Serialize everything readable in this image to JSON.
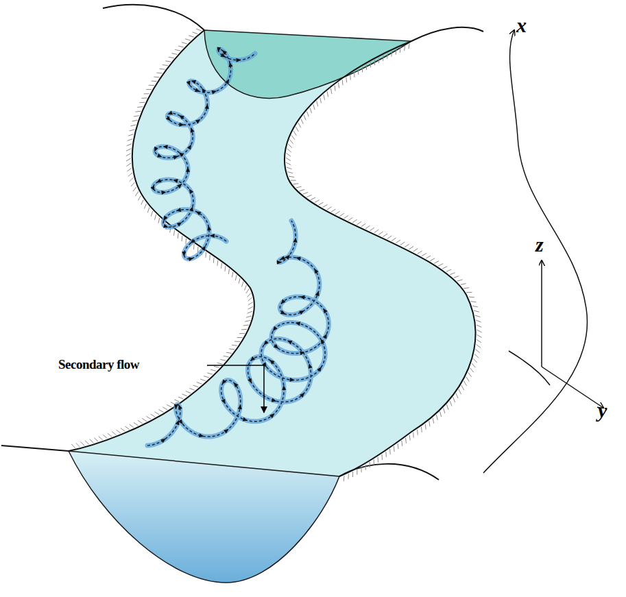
{
  "diagram": {
    "labels": [
      "Secondary flow",
      "x",
      "z",
      "y"
    ]
  }
}
